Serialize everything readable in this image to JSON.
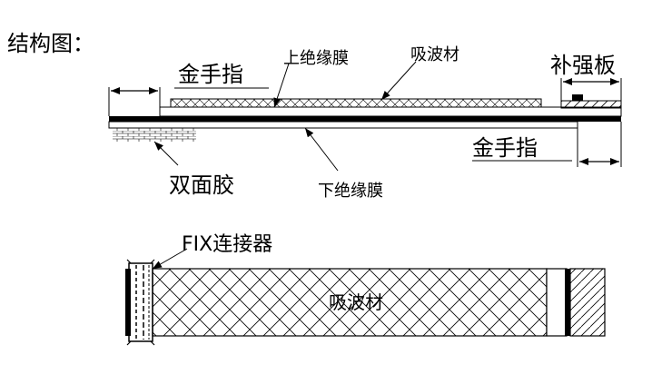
{
  "title": "结构图：",
  "labels": {
    "gold_finger_top": "金手指",
    "upper_insulation": "上绝缘膜",
    "absorber_top": "吸波材",
    "stiffener": "补强板",
    "gold_finger_bottom": "金手指",
    "double_sided_tape": "双面胶",
    "lower_insulation": "下绝缘膜",
    "fix_connector": "FIX连接器",
    "absorber_bottom": "吸波材"
  },
  "colors": {
    "line": "#000000",
    "background": "#ffffff"
  }
}
